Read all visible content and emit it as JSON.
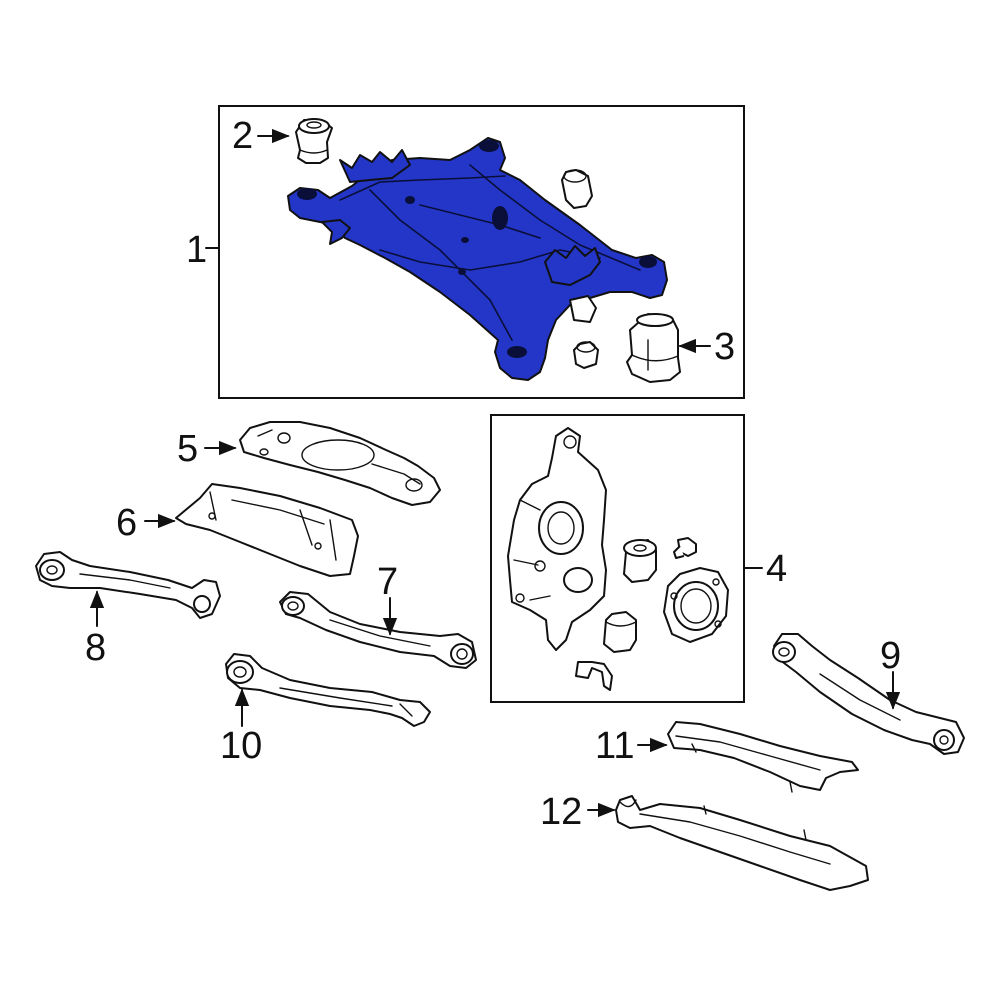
{
  "colors": {
    "highlight": "#2336c8",
    "ink": "#111111",
    "background": "#ffffff"
  },
  "callouts": {
    "c1": "1",
    "c2": "2",
    "c3": "3",
    "c4": "4",
    "c5": "5",
    "c6": "6",
    "c7": "7",
    "c8": "8",
    "c9": "9",
    "c10": "10",
    "c11": "11",
    "c12": "12"
  }
}
